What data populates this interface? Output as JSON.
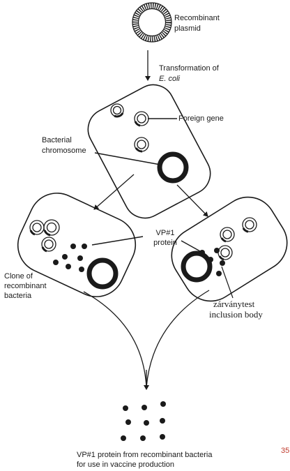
{
  "labels": {
    "plasmid_line1": "Recombinant",
    "plasmid_line2": "plasmid",
    "transformation_line1": "Transformation of",
    "transformation_line2": "E. coli",
    "foreign_gene": "Foreign gene",
    "chromosome_line1": "Bacterial",
    "chromosome_line2": "chromosome",
    "protein_line1": "VP#1",
    "protein_line2": "protein",
    "clone_line1": "Clone of",
    "clone_line2": "recombinant",
    "clone_line3": "bacteria",
    "inclusion_line1": "zárványtest",
    "inclusion_line2": "inclusion body",
    "caption_line1": "VP#1 protein from recombinant bacteria",
    "caption_line2": "for use in vaccine production"
  },
  "page_number": "35",
  "colors": {
    "ink": "#1a1a1a",
    "page_number": "#c0392b"
  }
}
